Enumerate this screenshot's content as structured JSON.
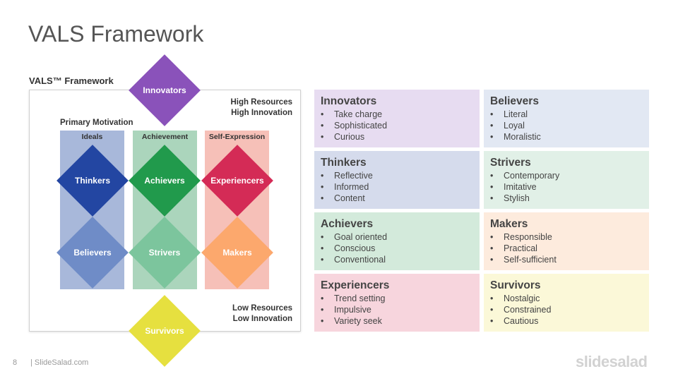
{
  "slide": {
    "title": "VALS Framework",
    "page_number": "8",
    "site": "| SlideSalad.com",
    "brand": "slidesalad"
  },
  "diagram": {
    "label": "VALS™ Framework",
    "top_corner": [
      "High Resources",
      "High Innovation"
    ],
    "bottom_corner": [
      "Low Resources",
      "Low Innovation"
    ],
    "motivation_label": "Primary Motivation",
    "columns": [
      {
        "name": "Ideals",
        "color": "#a8b8da"
      },
      {
        "name": "Achievement",
        "color": "#abd5bc"
      },
      {
        "name": "Self-Expression",
        "color": "#f6c0b8"
      }
    ],
    "diamonds": {
      "innovators": {
        "label": "Innovators",
        "color": "#8a52ba"
      },
      "thinkers": {
        "label": "Thinkers",
        "color": "#2346a2"
      },
      "achievers": {
        "label": "Achievers",
        "color": "#219a4c"
      },
      "experiencers": {
        "label": "Experiencers",
        "color": "#d42b56"
      },
      "believers": {
        "label": "Believers",
        "color": "#6f8cc7"
      },
      "strivers": {
        "label": "Strivers",
        "color": "#7cc59d"
      },
      "makers": {
        "label": "Makers",
        "color": "#fca86d"
      },
      "survivors": {
        "label": "Survivors",
        "color": "#e6e03f"
      }
    }
  },
  "cards": [
    {
      "title": "Innovators",
      "bg": "#e7dcf1",
      "items": [
        "Take charge",
        "Sophisticated",
        "Curious"
      ]
    },
    {
      "title": "Believers",
      "bg": "#e2e8f3",
      "items": [
        "Literal",
        "Loyal",
        "Moralistic"
      ]
    },
    {
      "title": "Thinkers",
      "bg": "#d5dbec",
      "items": [
        "Reflective",
        "Informed",
        "Content"
      ]
    },
    {
      "title": "Strivers",
      "bg": "#e1f0e7",
      "items": [
        "Contemporary",
        "Imitative",
        "Stylish"
      ]
    },
    {
      "title": "Achievers",
      "bg": "#d3eadb",
      "items": [
        "Goal oriented",
        "Conscious",
        "Conventional"
      ]
    },
    {
      "title": "Makers",
      "bg": "#fdebdd",
      "items": [
        "Responsible",
        "Practical",
        "Self-sufficient"
      ]
    },
    {
      "title": "Experiencers",
      "bg": "#f7d5dd",
      "items": [
        "Trend setting",
        "Impulsive",
        "Variety seek"
      ]
    },
    {
      "title": "Survivors",
      "bg": "#fbf8d8",
      "items": [
        "Nostalgic",
        "Constrained",
        "Cautious"
      ]
    }
  ]
}
